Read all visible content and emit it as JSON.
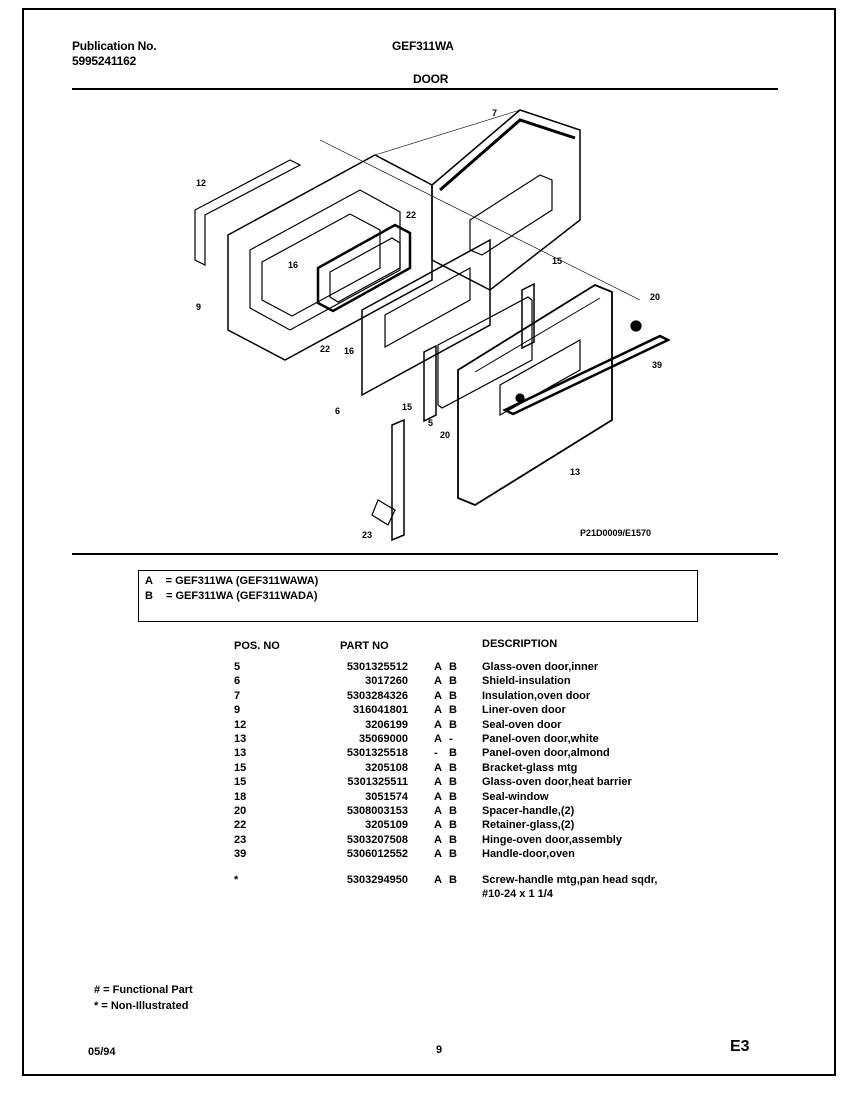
{
  "header": {
    "publication_label": "Publication No.",
    "publication_number": "5995241162",
    "model": "GEF311WA",
    "section": "DOOR"
  },
  "diagram": {
    "callouts": [
      "7",
      "12",
      "22",
      "16",
      "9",
      "22",
      "16",
      "15",
      "20",
      "39",
      "6",
      "15",
      "5",
      "20",
      "13",
      "23"
    ],
    "drawing_ref": "P21D0009/E1570"
  },
  "legend": [
    {
      "code": "A",
      "text": "=  GEF311WA (GEF311WAWA)"
    },
    {
      "code": "B",
      "text": "=  GEF311WA (GEF311WADA)"
    }
  ],
  "table": {
    "headers": {
      "pos": "POS. NO",
      "part": "PART NO",
      "desc": "DESCRIPTION"
    },
    "rows": [
      {
        "pos": "5",
        "part": "5301325512",
        "a": "A",
        "b": "B",
        "desc": "Glass-oven door,inner"
      },
      {
        "pos": "6",
        "part": "3017260",
        "a": "A",
        "b": "B",
        "desc": "Shield-insulation"
      },
      {
        "pos": "7",
        "part": "5303284326",
        "a": "A",
        "b": "B",
        "desc": "Insulation,oven door"
      },
      {
        "pos": "9",
        "part": "316041801",
        "a": "A",
        "b": "B",
        "desc": "Liner-oven door"
      },
      {
        "pos": "12",
        "part": "3206199",
        "a": "A",
        "b": "B",
        "desc": "Seal-oven door"
      },
      {
        "pos": "13",
        "part": "35069000",
        "a": "A",
        "b": "-",
        "desc": "Panel-oven door,white"
      },
      {
        "pos": "13",
        "part": "5301325518",
        "a": "-",
        "b": "B",
        "desc": "Panel-oven door,almond"
      },
      {
        "pos": "15",
        "part": "3205108",
        "a": "A",
        "b": "B",
        "desc": "Bracket-glass mtg"
      },
      {
        "pos": "15",
        "part": "5301325511",
        "a": "A",
        "b": "B",
        "desc": "Glass-oven door,heat barrier"
      },
      {
        "pos": "18",
        "part": "3051574",
        "a": "A",
        "b": "B",
        "desc": "Seal-window"
      },
      {
        "pos": "20",
        "part": "5308003153",
        "a": "A",
        "b": "B",
        "desc": "Spacer-handle,(2)"
      },
      {
        "pos": "22",
        "part": "3205109",
        "a": "A",
        "b": "B",
        "desc": "Retainer-glass,(2)"
      },
      {
        "pos": "23",
        "part": "5303207508",
        "a": "A",
        "b": "B",
        "desc": "Hinge-oven door,assembly"
      },
      {
        "pos": "39",
        "part": "5306012552",
        "a": "A",
        "b": "B",
        "desc": "Handle-door,oven"
      }
    ],
    "extra": {
      "pos": "*",
      "part": "5303294950",
      "a": "A",
      "b": "B",
      "desc": "Screw-handle mtg,pan head sqdr,",
      "desc2": "#10-24 x 1 1/4"
    }
  },
  "footer": {
    "functional": "# = Functional Part",
    "non_illustrated": "* = Non-Illustrated",
    "date": "05/94",
    "page": "9",
    "code": "E3"
  }
}
